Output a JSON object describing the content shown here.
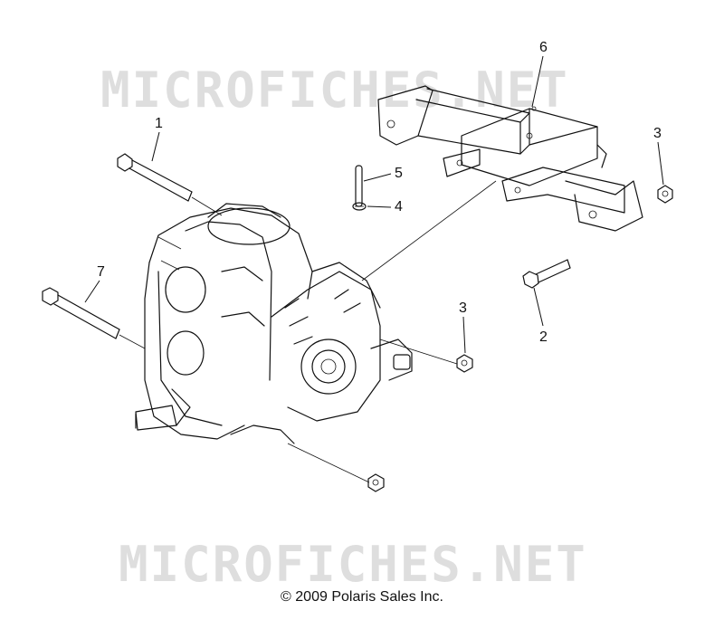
{
  "watermark": {
    "top": "MICROFICHES.NET",
    "bottom": "MICROFICHES.NET"
  },
  "callouts": [
    {
      "id": "callout-1",
      "label": "1"
    },
    {
      "id": "callout-2",
      "label": "2"
    },
    {
      "id": "callout-3a",
      "label": "3"
    },
    {
      "id": "callout-3b",
      "label": "3"
    },
    {
      "id": "callout-4",
      "label": "4"
    },
    {
      "id": "callout-5",
      "label": "5"
    },
    {
      "id": "callout-6",
      "label": "6"
    },
    {
      "id": "callout-7",
      "label": "7"
    }
  ],
  "footer": {
    "copyright": "© 2009 Polaris Sales Inc."
  }
}
